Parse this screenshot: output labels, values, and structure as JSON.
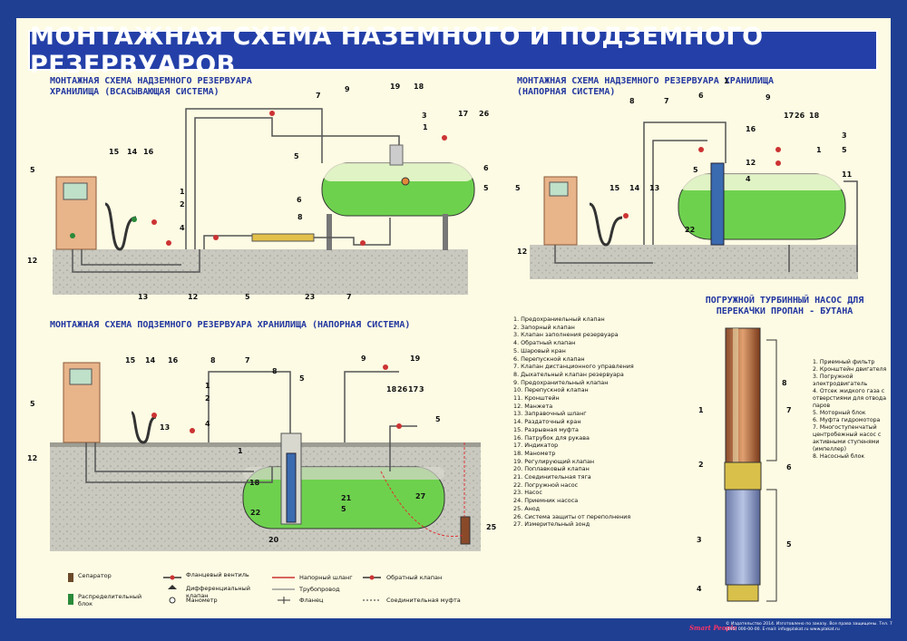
{
  "title": "МОНТАЖНАЯ СХЕМА НАЗЕМНОГО И ПОДЗЕМНОГО РЕЗЕРВУАРОВ",
  "sections": {
    "above_suction": "МОНТАЖНАЯ СХЕМА НАДЗЕМНОГО РЕЗЕРВУАРА ХРАНИЛИЩА (ВСАСЫВАЮЩАЯ СИСТЕМА)",
    "above_pressure": "МОНТАЖНАЯ СХЕМА НАДЗЕМНОГО РЕЗЕРВУАРА ХРАНИЛИЩА (НАПОРНАЯ СИСТЕМА)",
    "underground": "МОНТАЖНАЯ СХЕМА ПОДЗЕМНОГО РЕЗЕРВУАРА ХРАНИЛИЩА (НАПОРНАЯ СИСТЕМА)",
    "pump_title": "ПОГРУЖНОЙ ТУРБИННЫЙ НАСОС ДЛЯ ПЕРЕКАЧКИ ПРОПАН - БУТАНА"
  },
  "legend": [
    "1. Предохраниельный клапан",
    "2. Запорный клапан",
    "3. Клапан заполнения резервуара",
    "4. Обратный клапан",
    "5. Шаровый кран",
    "6. Перепускной клапан",
    "7. Клапан дистанционного управления",
    "8. Дыхательный клапан резервуара",
    "9. Предохранительный клапан",
    "10. Перепускной клапан",
    "11. Кронштейн",
    "12. Манжета",
    "13. Заправочный шланг",
    "14. Раздаточный кран",
    "15. Разрывная муфта",
    "16. Патрубок для рукава",
    "17. Индикатор",
    "18. Манометр",
    "19. Регулирующий клапан",
    "20. Поплавковый клапан",
    "21. Соединительная тяга",
    "22. Погружной насос",
    "23. Насос",
    "24. Приемник насоса",
    "25. Анод",
    "26. Система защиты от переполнения",
    "27. Измерительный зонд"
  ],
  "pump_legend": [
    "1. Приемный фильтр",
    "2. Кронштейн двигателя",
    "3. Погружной электродвигатель",
    "4. Отсек жидкого газа с отверстиями для отвода паров",
    "5. Моторный блок",
    "6. Муфта гидромотора",
    "7. Многоступенчатый центробежный насос с активными ступенями (импеллер)",
    "8. Насосный блок"
  ],
  "symbols": {
    "separator": "Сепаратор",
    "dispenser": "Распределительный блок",
    "flange_valve": "Фланцевый вентиль",
    "diff_valve": "Дифференциальный клапан",
    "manometer": "Манометр",
    "check_valve": "Напорный шланг",
    "pipeline": "Трубопровод",
    "flange": "Фланец",
    "back_valve": "Обратный клапан",
    "coupling": "Соединительная муфта"
  },
  "footer": "© Издательство 2014. Изготовлено по заказу. Все права защищены. Тел. 7 (495) 000-00-00. E-mail: info@plakat.ru www.plakat.ru",
  "brand": "Smart People",
  "labels": {
    "n1": "1",
    "n2": "2",
    "n3": "3",
    "n4": "4",
    "n5": "5",
    "n6": "6",
    "n7": "7",
    "n8": "8",
    "n9": "9",
    "n11": "11",
    "n12": "12",
    "n13": "13",
    "n14": "14",
    "n15": "15",
    "n16": "16",
    "n17": "17",
    "n18": "18",
    "n19": "19",
    "n20": "20",
    "n21": "21",
    "n22": "22",
    "n23": "23",
    "n25": "25",
    "n26": "26",
    "n27": "27"
  },
  "colors": {
    "frame": "#1f3f93",
    "paper": "#fdfbe3",
    "tank": "#6ed14e",
    "ground": "#c9c9c0",
    "pipe": "#444444"
  }
}
